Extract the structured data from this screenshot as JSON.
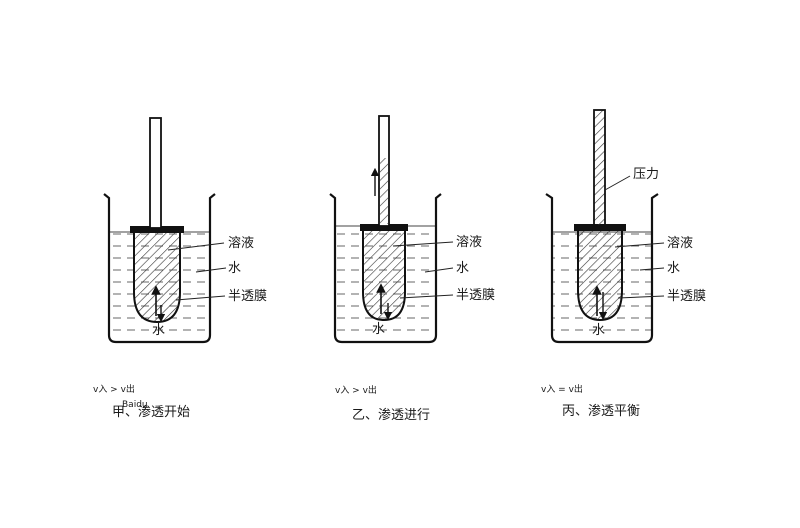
{
  "panels": [
    {
      "caption": "甲、渗透开始",
      "relation": "v入 > v出",
      "labels": {
        "solution": "溶液",
        "water": "水",
        "membrane": "半透膜",
        "bottom_water": "水"
      }
    },
    {
      "caption": "乙、渗透进行",
      "relation": "v入 > v出",
      "labels": {
        "solution": "溶液",
        "water": "水",
        "membrane": "半透膜",
        "bottom_water": "水"
      }
    },
    {
      "caption": "丙、渗透平衡",
      "relation": "v入 = v出",
      "labels": {
        "pressure": "压力",
        "solution": "溶液",
        "water": "水",
        "membrane": "半透膜",
        "bottom_water": "水"
      }
    }
  ],
  "watermark": "Baidu"
}
